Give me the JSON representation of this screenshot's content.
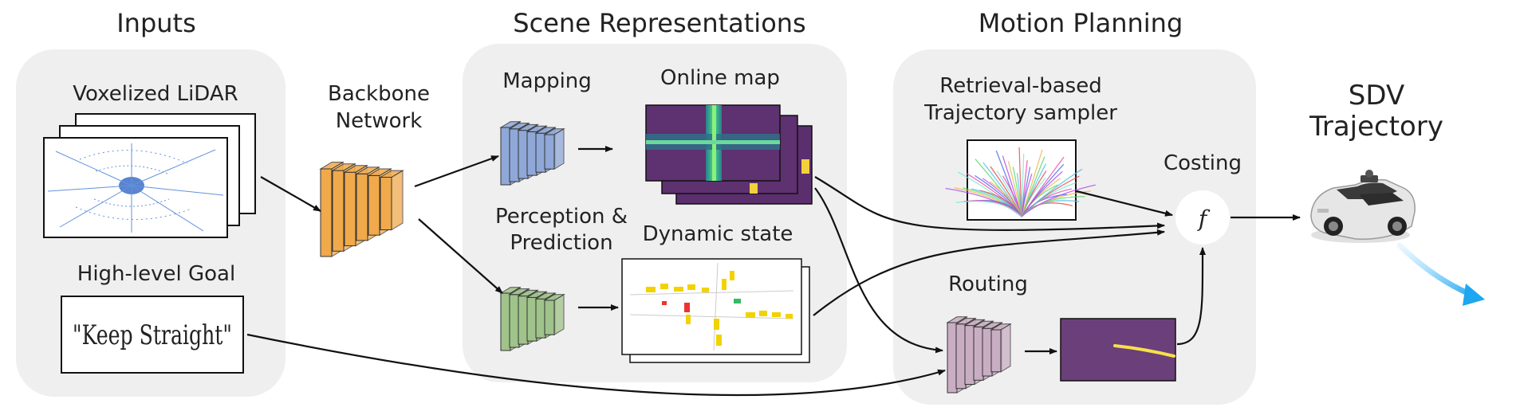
{
  "sections": {
    "inputs": "Inputs",
    "scene": "Scene Representations",
    "planning": "Motion Planning"
  },
  "labels": {
    "lidar": "Voxelized LiDAR",
    "goal": "High-level Goal",
    "goal_text": "\"Keep Straight\"",
    "backbone_line1": "Backbone",
    "backbone_line2": "Network",
    "mapping": "Mapping",
    "online_map": "Online map",
    "perception_line1": "Perception &",
    "perception_line2": "Prediction",
    "dynamic_state": "Dynamic state",
    "sampler_line1": "Retrieval-based",
    "sampler_line2": "Trajectory sampler",
    "costing": "Costing",
    "cost_symbol": "f",
    "routing": "Routing",
    "output_line1": "SDV",
    "output_line2": "Trajectory"
  },
  "colors": {
    "panel": "#efefef",
    "backbone": "#f0a94b",
    "mapping": "#8fa8d8",
    "perception": "#9fc38a",
    "routing": "#c9aec3",
    "map_bg": "#6b3f7a",
    "map_road": "#3fd0a0",
    "route_line": "#f7e04a",
    "trajectory": "#1ea7f0"
  }
}
